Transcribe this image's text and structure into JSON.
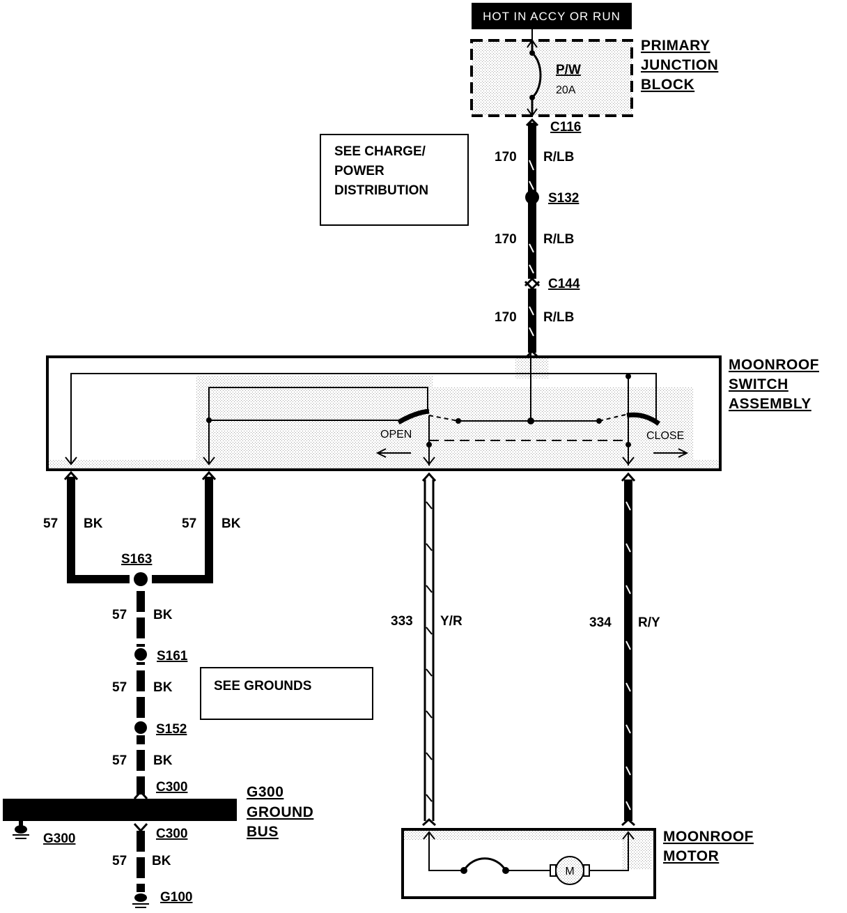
{
  "power_header": "HOT IN ACCY OR RUN",
  "junction_block": {
    "label_line1": "PRIMARY",
    "label_line2": "JUNCTION",
    "label_line3": "BLOCK",
    "fuse_name": "P/W",
    "fuse_rating": "20A"
  },
  "note_charge": {
    "line1": "SEE CHARGE/",
    "line2": "POWER",
    "line3": "DISTRIBUTION"
  },
  "note_grounds": "SEE GROUNDS",
  "feed_wires": [
    {
      "circuit": "170",
      "color": "R/LB"
    },
    {
      "circuit": "170",
      "color": "R/LB"
    },
    {
      "circuit": "170",
      "color": "R/LB"
    }
  ],
  "connectors": {
    "c116": "C116",
    "c144": "C144",
    "c300_top": "C300",
    "c300_bottom": "C300"
  },
  "splices": {
    "s132": "S132",
    "s163": "S163",
    "s161": "S161",
    "s152": "S152"
  },
  "switch_assembly": {
    "line1": "MOONROOF",
    "line2": "SWITCH",
    "line3": "ASSEMBLY",
    "open_label": "OPEN",
    "close_label": "CLOSE"
  },
  "ground_wires": [
    {
      "circuit": "57",
      "color": "BK"
    },
    {
      "circuit": "57",
      "color": "BK"
    },
    {
      "circuit": "57",
      "color": "BK"
    },
    {
      "circuit": "57",
      "color": "BK"
    },
    {
      "circuit": "57",
      "color": "BK"
    },
    {
      "circuit": "57",
      "color": "BK"
    }
  ],
  "motor_wires": [
    {
      "circuit": "333",
      "color": "Y/R"
    },
    {
      "circuit": "334",
      "color": "R/Y"
    }
  ],
  "ground_bus": {
    "line1": "G300",
    "line2": "GROUND",
    "line3": "BUS",
    "ground_left": "G300",
    "ground_bottom": "G100"
  },
  "motor": {
    "line1": "MOONROOF",
    "line2": "MOTOR",
    "symbol": "M"
  }
}
